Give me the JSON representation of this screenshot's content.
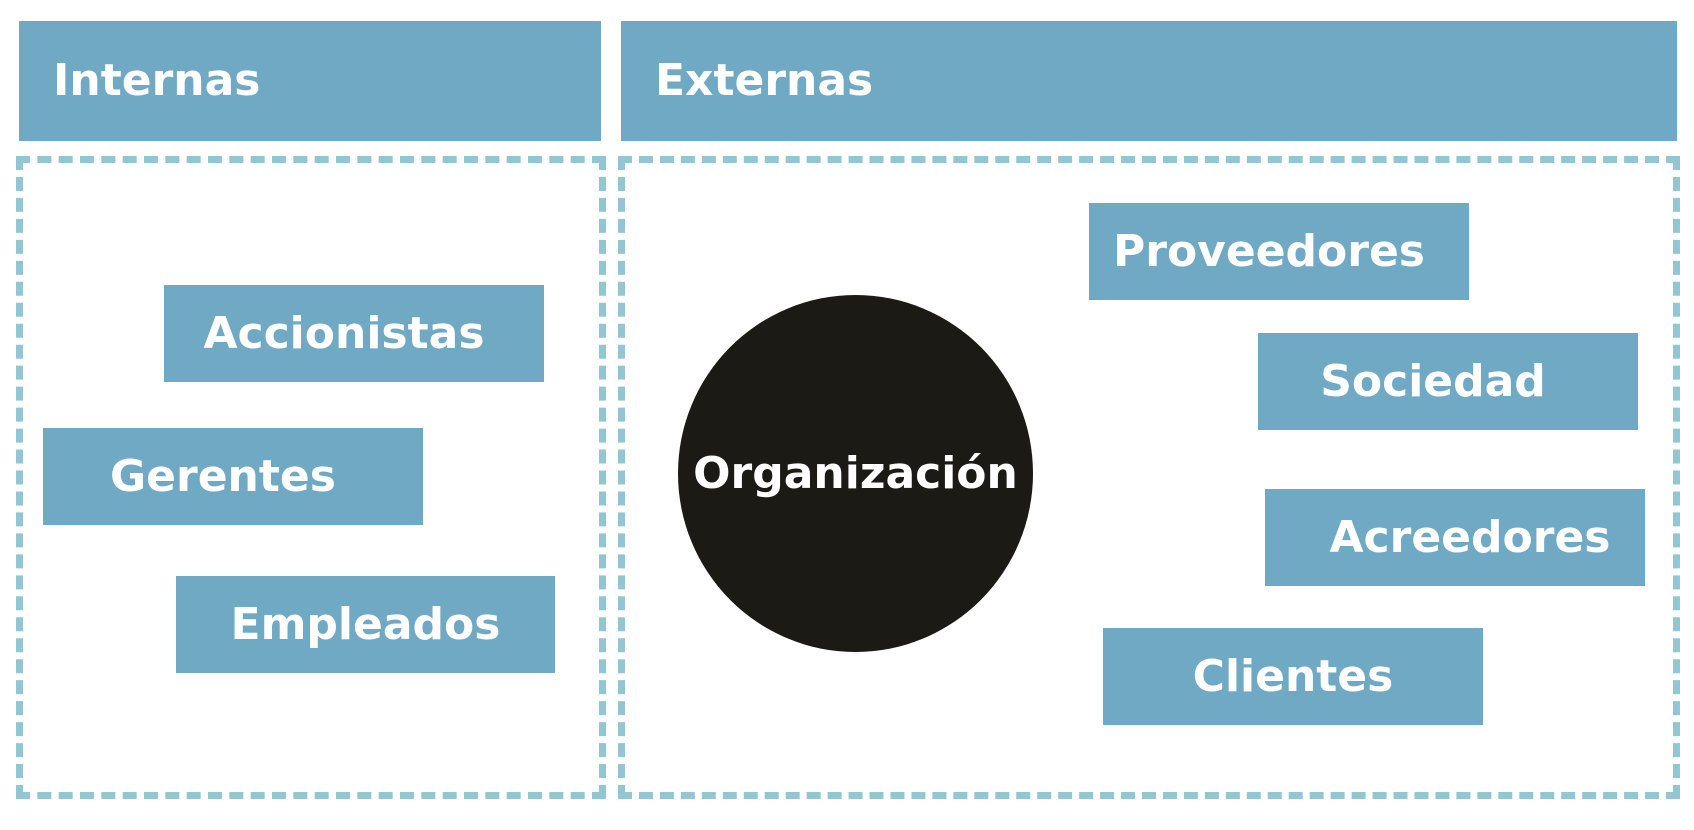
{
  "headers": {
    "internal": "Internas",
    "external": "Externas"
  },
  "center": {
    "label": "Organización"
  },
  "internal_stakeholders": [
    "Accionistas",
    "Gerentes",
    "Empleados"
  ],
  "external_stakeholders": [
    "Proveedores",
    "Sociedad",
    "Acreedores",
    "Clientes"
  ],
  "colors": {
    "box_fill": "#70a9c4",
    "dashed_border": "#93c6d3",
    "circle_fill": "#1b1a15",
    "text": "#ffffff"
  }
}
